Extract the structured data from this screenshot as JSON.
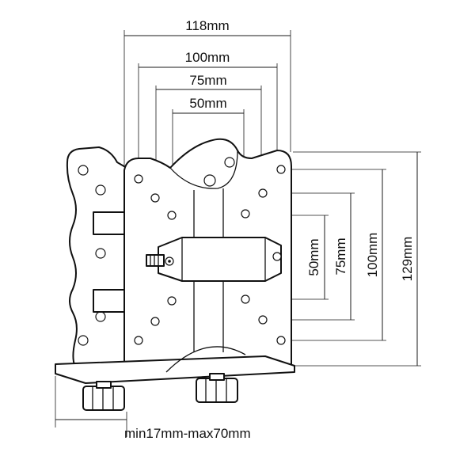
{
  "dimensions": {
    "width_118": "118mm",
    "width_100": "100mm",
    "width_75": "75mm",
    "width_50": "50mm",
    "height_50": "50mm",
    "height_75": "75mm",
    "height_100": "100mm",
    "height_129": "129mm",
    "clamp_range": "min17mm-max70mm"
  },
  "colors": {
    "line": "#111111",
    "background": "#ffffff"
  }
}
